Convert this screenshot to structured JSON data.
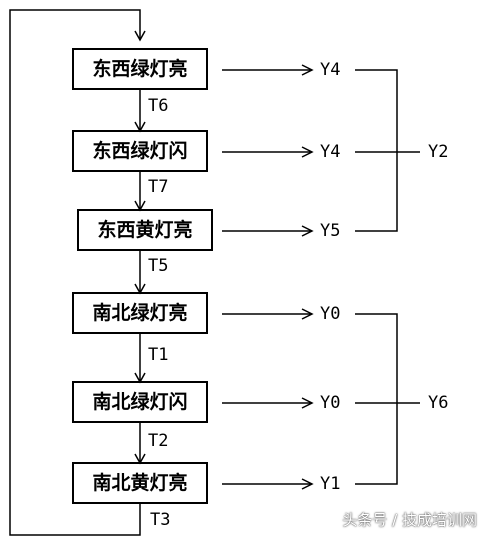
{
  "states": [
    {
      "label": "东西绿灯亮",
      "timer": "T6",
      "output": "Y4"
    },
    {
      "label": "东西绿灯闪",
      "timer": "T7",
      "output": "Y4"
    },
    {
      "label": "东西黄灯亮",
      "timer": "T5",
      "output": "Y5"
    },
    {
      "label": "南北绿灯亮",
      "timer": "T1",
      "output": "Y0"
    },
    {
      "label": "南北绿灯闪",
      "timer": "T2",
      "output": "Y0"
    },
    {
      "label": "南北黄灯亮",
      "timer": "T3",
      "output": "Y1"
    }
  ],
  "groups": [
    {
      "label": "Y2"
    },
    {
      "label": "Y6"
    }
  ],
  "watermark": {
    "text": "头条号 / 技成培训网"
  },
  "colors": {
    "line": "#000000",
    "box_fill": "#ffffff"
  }
}
